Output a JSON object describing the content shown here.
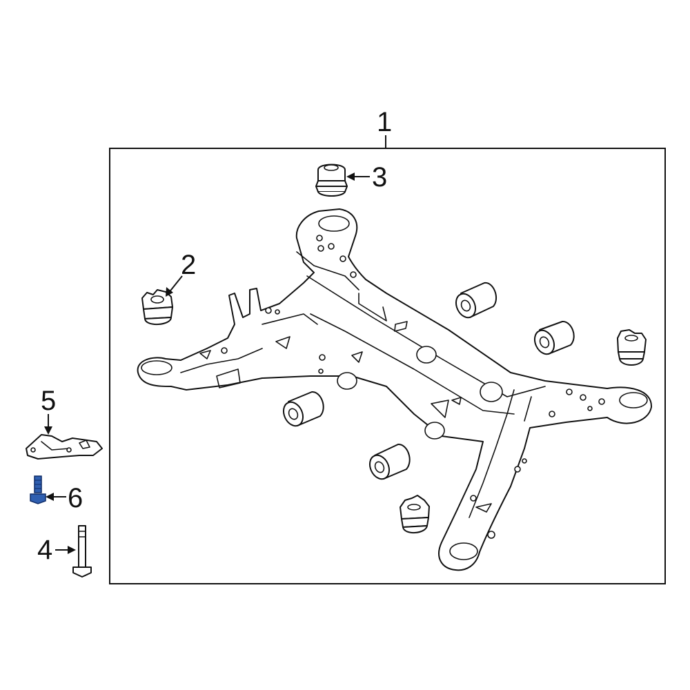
{
  "callouts": {
    "c1": "1",
    "c2": "2",
    "c3": "3",
    "c4": "4",
    "c5": "5",
    "c6": "6"
  },
  "colors": {
    "line": "#111111",
    "highlight_fill": "#2f5fb0",
    "highlight_stroke": "#0d2a66",
    "background": "#ffffff"
  },
  "parts": {
    "subframe": "subframe-assembly",
    "bushing_2": "subframe-mount-bushing",
    "bushing_3": "subframe-mount-bushing-rear",
    "bolt_4": "long-subframe-bolt",
    "bracket_5": "brace-bracket",
    "bolt_6": "bracket-bolt-highlighted"
  }
}
